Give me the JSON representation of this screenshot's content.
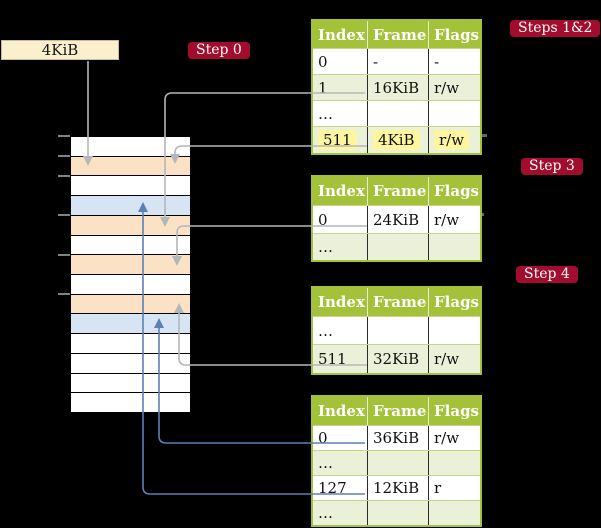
{
  "frame_box": {
    "label": "4KiB"
  },
  "labels": {
    "step0": "Step 0",
    "steps12": "Steps 1&2",
    "step3": "Step 3",
    "step4": "Step 4"
  },
  "colors": {
    "background": "#000000",
    "table_header_green": "#a3c139",
    "table_row_green": "#ebf0d8",
    "highlight_yellow": "#fcf6a0",
    "frame_peach": "#fce2c4",
    "frame_blue": "#d6e4f4",
    "label_red": "#a30d2d",
    "box_cream": "#fbf0ce",
    "arrow_gray": "#b4b7ba",
    "arrow_blue": "#5c80b6"
  },
  "memory_column": {
    "rows": [
      "white",
      "peach",
      "white",
      "blue",
      "peach",
      "white",
      "peach",
      "white",
      "peach",
      "blue",
      "white",
      "white",
      "white",
      "white"
    ]
  },
  "page_tables": [
    {
      "id": "table-steps12",
      "columns": [
        "Index",
        "Frame",
        "Flags"
      ],
      "rows": [
        {
          "cells": [
            "0",
            "-",
            "-"
          ],
          "shade": "white",
          "highlight": false
        },
        {
          "cells": [
            "1",
            "16KiB",
            "r/w"
          ],
          "shade": "green",
          "highlight": false
        },
        {
          "cells": [
            "…",
            "",
            ""
          ],
          "shade": "white",
          "highlight": false
        },
        {
          "cells": [
            "511",
            "4KiB",
            "r/w"
          ],
          "shade": "green",
          "highlight": true
        }
      ]
    },
    {
      "id": "table-step3",
      "columns": [
        "Index",
        "Frame",
        "Flags"
      ],
      "rows": [
        {
          "cells": [
            "0",
            "24KiB",
            "r/w"
          ],
          "shade": "white",
          "highlight": false
        },
        {
          "cells": [
            "…",
            "",
            ""
          ],
          "shade": "green",
          "highlight": false
        }
      ]
    },
    {
      "id": "table-step4",
      "columns": [
        "Index",
        "Frame",
        "Flags"
      ],
      "rows": [
        {
          "cells": [
            "…",
            "",
            ""
          ],
          "shade": "white",
          "highlight": false
        },
        {
          "cells": [
            "511",
            "32KiB",
            "r/w"
          ],
          "shade": "green",
          "highlight": false
        }
      ]
    },
    {
      "id": "table-final",
      "columns": [
        "Index",
        "Frame",
        "Flags"
      ],
      "rows": [
        {
          "cells": [
            "0",
            "36KiB",
            "r/w"
          ],
          "shade": "white",
          "highlight": false
        },
        {
          "cells": [
            "…",
            "",
            ""
          ],
          "shade": "green",
          "highlight": false
        },
        {
          "cells": [
            "127",
            "12KiB",
            "r"
          ],
          "shade": "white",
          "highlight": false
        },
        {
          "cells": [
            "…",
            "",
            ""
          ],
          "shade": "green",
          "highlight": false
        }
      ]
    }
  ]
}
